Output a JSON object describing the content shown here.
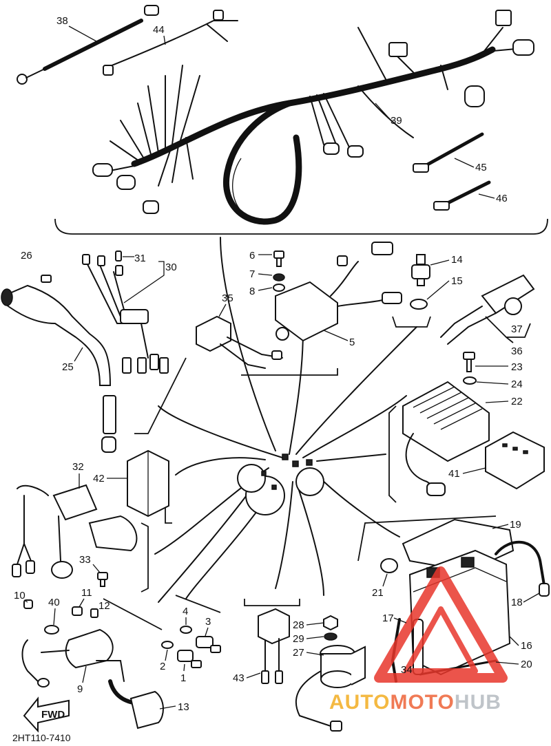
{
  "diagram": {
    "drawing_code": "2HT110-7410",
    "direction_label": "FWD",
    "part_numbers": [
      "1",
      "2",
      "3",
      "4",
      "5",
      "6",
      "7",
      "8",
      "9",
      "10",
      "11",
      "12",
      "13",
      "14",
      "15",
      "16",
      "17",
      "18",
      "19",
      "20",
      "21",
      "22",
      "23",
      "24",
      "25",
      "26",
      "27",
      "28",
      "29",
      "30",
      "31",
      "32",
      "33",
      "34",
      "35",
      "36",
      "37",
      "38",
      "39",
      "40",
      "41",
      "42",
      "43",
      "44",
      "45",
      "46"
    ]
  },
  "watermark": {
    "part1": "AUTO",
    "part2": "MOTO",
    "part3": "HUB",
    "colors": {
      "part1": "#f4b942",
      "part2": "#f07a55",
      "part3": "#bfc4c9",
      "triangle": "#e8372c"
    }
  }
}
